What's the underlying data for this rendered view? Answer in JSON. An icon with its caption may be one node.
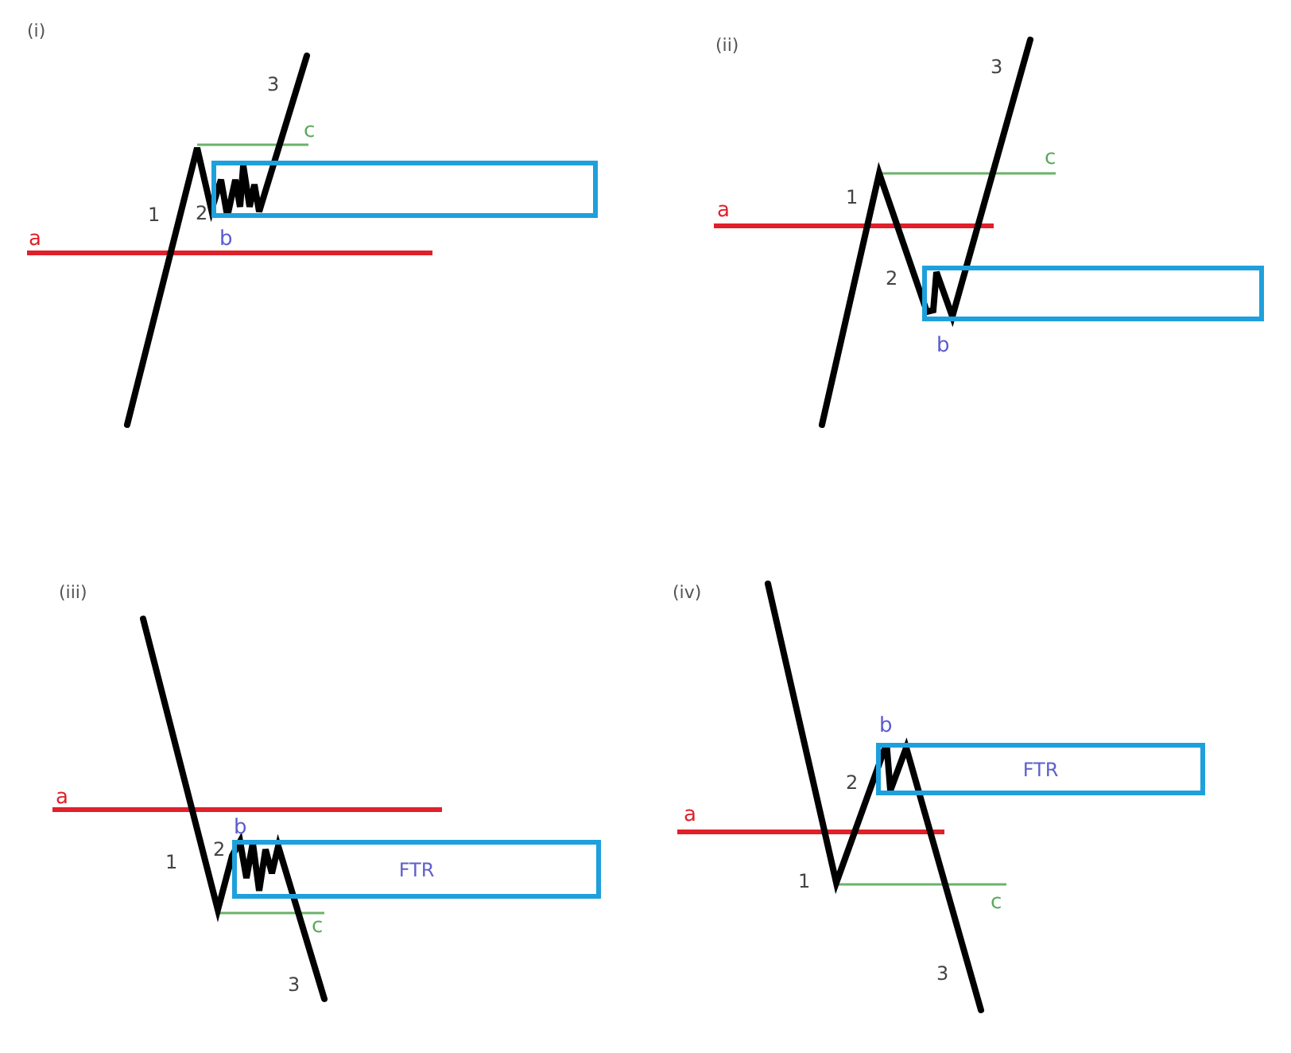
{
  "diagram": {
    "nodes": [
      {
        "text": [],
        "shape": "box"
      },
      {
        "text": [],
        "shape": "box"
      },
      {
        "text": [
          "FTR"
        ]
      },
      {
        "text": [
          "FTR"
        ]
      }
    ],
    "labels": [
      "(i)",
      "3",
      "c",
      "1",
      "2",
      "a",
      "b",
      "(ii)",
      "3",
      "c",
      "1",
      "a",
      "2",
      "b",
      "(iii)",
      "a",
      "b",
      "1",
      "2",
      "c",
      "3",
      "(iv)",
      "b",
      "2",
      "a",
      "1",
      "c",
      "3"
    ]
  }
}
